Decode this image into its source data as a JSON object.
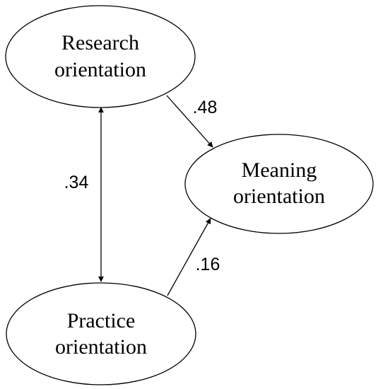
{
  "nodes": {
    "research": {
      "line1": "Research",
      "line2": "orientation"
    },
    "meaning": {
      "line1": "Meaning",
      "line2": "orientation"
    },
    "practice": {
      "line1": "Practice",
      "line2": "orientation"
    }
  },
  "edges": {
    "research_to_meaning": {
      "label": ".48"
    },
    "practice_to_meaning": {
      "label": ".16"
    },
    "research_practice_correlation": {
      "label": ".34"
    }
  }
}
